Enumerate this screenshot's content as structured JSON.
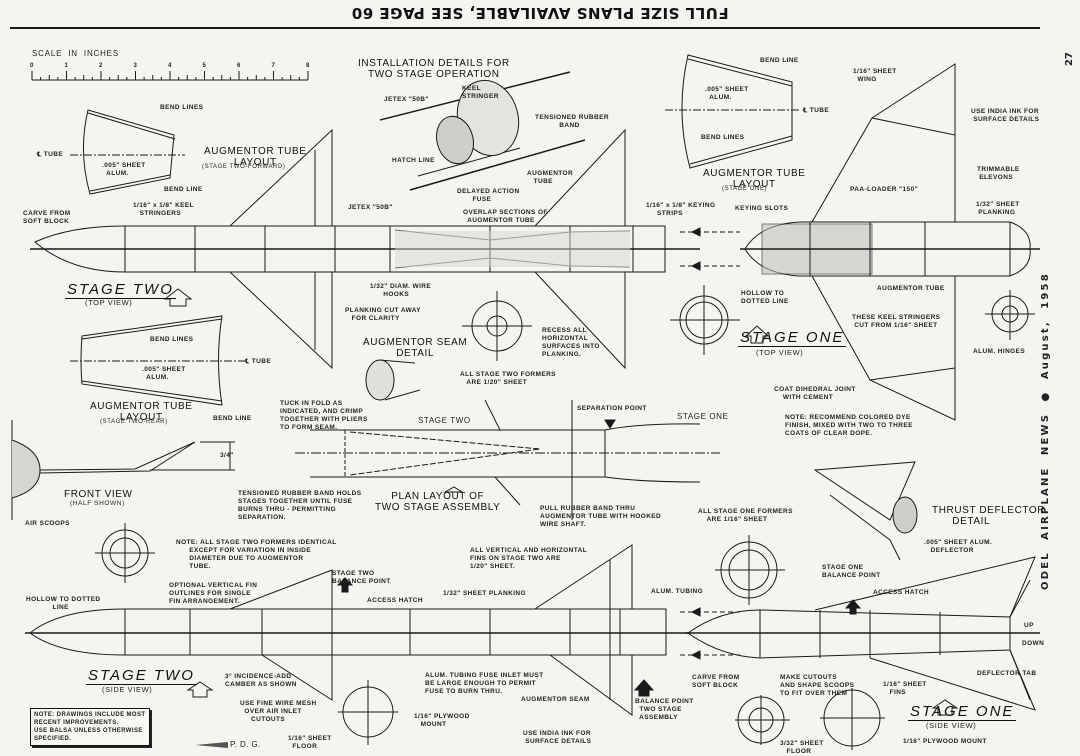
{
  "header": {
    "banner": "FULL SIZE PLANS AVAILABLE, SEE PAGE 60",
    "page_number": "27",
    "side_caption": "ODEL  AIRPLANE  NEWS  ●  August,  1958"
  },
  "scale": {
    "title": "SCALE  IN  INCHES",
    "ticks": [
      "0",
      "1",
      "2",
      "3",
      "4",
      "5",
      "6",
      "7",
      "8"
    ]
  },
  "titles": {
    "stage_two_top": "STAGE  TWO",
    "stage_two_top_sub": "(TOP VIEW)",
    "stage_one_top": "STAGE  ONE",
    "stage_one_top_sub": "(TOP VIEW)",
    "stage_two_side": "STAGE  TWO",
    "stage_two_side_sub": "(SIDE VIEW)",
    "stage_one_side": "STAGE  ONE",
    "stage_one_side_sub": "(SIDE VIEW)",
    "front_view": "FRONT VIEW",
    "front_view_sub": "(HALF SHOWN)",
    "installation": "INSTALLATION DETAILS FOR\nTWO STAGE OPERATION",
    "aug_fwd": "AUGMENTOR TUBE\nLAYOUT",
    "aug_fwd_sub": "(STAGE TWO-FORWARD)",
    "aug_rear": "AUGMENTOR TUBE\nLAYOUT",
    "aug_rear_sub": "(STAGE TWO-REAR)",
    "aug_one": "AUGMENTOR TUBE\nLAYOUT",
    "aug_one_sub": "(STAGE ONE)",
    "seam_detail": "AUGMENTOR SEAM\nDETAIL",
    "plan_layout": "PLAN LAYOUT OF\nTWO STAGE ASSEMBLY",
    "thrust_detail": "THRUST DEFLECTOR\n      DETAIL",
    "plan_stage_two": "STAGE TWO",
    "plan_stage_one": "STAGE ONE"
  },
  "labels": {
    "bend_lines_1": "BEND LINES",
    "tube_cl_1": "℄ TUBE",
    "sheet_1": ".005\" SHEET\n  ALUM.",
    "bend_line_1": "BEND LINE",
    "carve_1": "CARVE FROM\nSOFT BLOCK",
    "keel_1": "1/16\" x 1/8\" KEEL\n   STRINGERS",
    "jetex_1": "JETEX \"50B\"",
    "jetex_2": "JETEX \"50B\"",
    "keel_stringer": "KEEL\nSTRINGER",
    "tensioned_band": "TENSIONED RUBBER\n           BAND",
    "hatch_line": "HATCH LINE",
    "aug_tube": "AUGMENTOR\n   TUBE",
    "delayed_fuse": "DELAYED ACTION\n       FUSE",
    "overlap": "OVERLAP SECTIONS OF\n  AUGMENTOR TUBE",
    "keying_strips_1": "1/16\" x 1/8\" KEYING\n     STRIPS",
    "wire_hooks": "1/32\" DIAM. WIRE\n      HOOKS",
    "planking_cut": "PLANKING CUT AWAY\n   FOR CLARITY",
    "recess": "RECESS ALL\nHORIZONTAL\nSURFACES INTO\nPLANKING.",
    "formers_two": "ALL STAGE TWO FORMERS\n   ARE 1/20\" SHEET",
    "bend_line_one": "BEND LINE",
    "sheet_one": ".005\" SHEET\n  ALUM.",
    "tube_cl_one": "℄ TUBE",
    "bend_lines_one": "BEND LINES",
    "wing": "1/16\" SHEET\n  WING",
    "india_ink_1": "USE INDIA INK FOR\n SURFACE DETAILS",
    "elevons": "TRIMMABLE\n ELEVONS",
    "paa_loader": "PAA-LOADER \"150\"",
    "keying_strips_2": "1/16\" x 1/8\" KEYING\n     STRIPS",
    "keying_slots": "KEYING SLOTS",
    "planking_132": "1/32\" SHEET\n PLANKING",
    "hollow_1": "HOLLOW TO\nDOTTED LINE",
    "aug_tube_2": "AUGMENTOR TUBE",
    "keel_cut": "THESE KEEL STRINGERS\n CUT FROM 1/16\" SHEET",
    "hinges": "ALUM. HINGES",
    "dihedral": "COAT DIHEDRAL JOINT\n    WITH CEMENT",
    "dye_note": "NOTE: RECOMMEND COLORED DYE\nFINISH, MIXED WITH TWO TO THREE\nCOATS OF CLEAR DOPE.",
    "bend_lines_rear": "BEND LINES",
    "sheet_rear": ".005\" SHEET\n  ALUM.",
    "tube_cl_rear": "℄ TUBE",
    "bend_line_rear": "BEND LINE",
    "tuck": "TUCK IN FOLD AS\nINDICATED, AND CRIMP\nTOGETHER WITH PLIERS\nTO FORM SEAM.",
    "separation": "SEPARATION POINT",
    "dim_34": "3/4\"",
    "tension_hold": "TENSIONED RUBBER BAND HOLDS\nSTAGES TOGETHER UNTIL FUSE\nBURNS THRU - PERMITTING\nSEPARATION.",
    "pull_band": "PULL RUBBER BAND THRU\nAUGMENTOR TUBE WITH HOOKED\nWIRE SHAFT.",
    "air_scoops": "AIR SCOOPS",
    "formers_note": "NOTE: ALL STAGE TWO FORMERS IDENTICAL\n      EXCEPT FOR VARIATION IN INSIDE\n      DIAMETER DUE TO AUGMENTOR\n      TUBE.",
    "optional_fin": "OPTIONAL VERTICAL FIN\nOUTLINES FOR SINGLE\nFIN ARRANGEMENT.",
    "hollow_2": "HOLLOW TO DOTTED\n            LINE",
    "balance_two": "STAGE TWO\nBALANCE POINT",
    "access_hatch_1": "ACCESS HATCH",
    "fins_note": "ALL VERTICAL AND HORIZONTAL\nFINS ON STAGE TWO ARE\n1/20\" SHEET.",
    "planking_2": "1/32\" SHEET PLANKING",
    "incidence": "3° INCIDENCE-ADD\nCAMBER AS SHOWN",
    "wire_mesh": "USE FINE WIRE MESH\n  OVER AIR INLET\n     CUTOUTS",
    "fuse_inlet": "ALUM. TUBING FUSE INLET MUST\nBE LARGE ENOUGH TO PERMIT\nFUSE TO BURN THRU.",
    "aug_seam": "AUGMENTOR SEAM",
    "plywood_1": "1/16\" PLYWOOD\n   MOUNT",
    "floor_1": "1/16\" SHEET\n  FLOOR",
    "india_ink_2": "USE INDIA INK FOR\n SURFACE DETAILS",
    "balance_two_stage": "BALANCE POINT\n  TWO STAGE\n  ASSEMBLY",
    "alum_tubing": "ALUM. TUBING",
    "carve_2": "CARVE FROM\nSOFT BLOCK",
    "formers_one": "ALL STAGE ONE FORMERS\n    ARE 1/16\" SHEET",
    "deflector_sheet": ".005\" SHEET ALUM.\n   DEFLECTOR",
    "balance_one": "STAGE ONE\nBALANCE POINT",
    "access_hatch_2": "ACCESS HATCH",
    "up": "UP",
    "down": "DOWN",
    "deflector_tab": "DEFLECTOR TAB",
    "cutouts": "MAKE CUTOUTS\nAND SHAPE SCOOPS\nTO FIT OVER THEM",
    "fins_one": "1/16\" SHEET\n   FINS",
    "floor_2": "3/32\" SHEET\n   FLOOR",
    "plywood_2": "1/16\" PLYWOOD MOUNT",
    "general_note": "NOTE: DRAWINGS INCLUDE MOST\nRECENT IMPROVEMENTS.\nUSE BALSA UNLESS OTHERWISE\nSPECIFIED.",
    "signature": "P. D. G."
  }
}
